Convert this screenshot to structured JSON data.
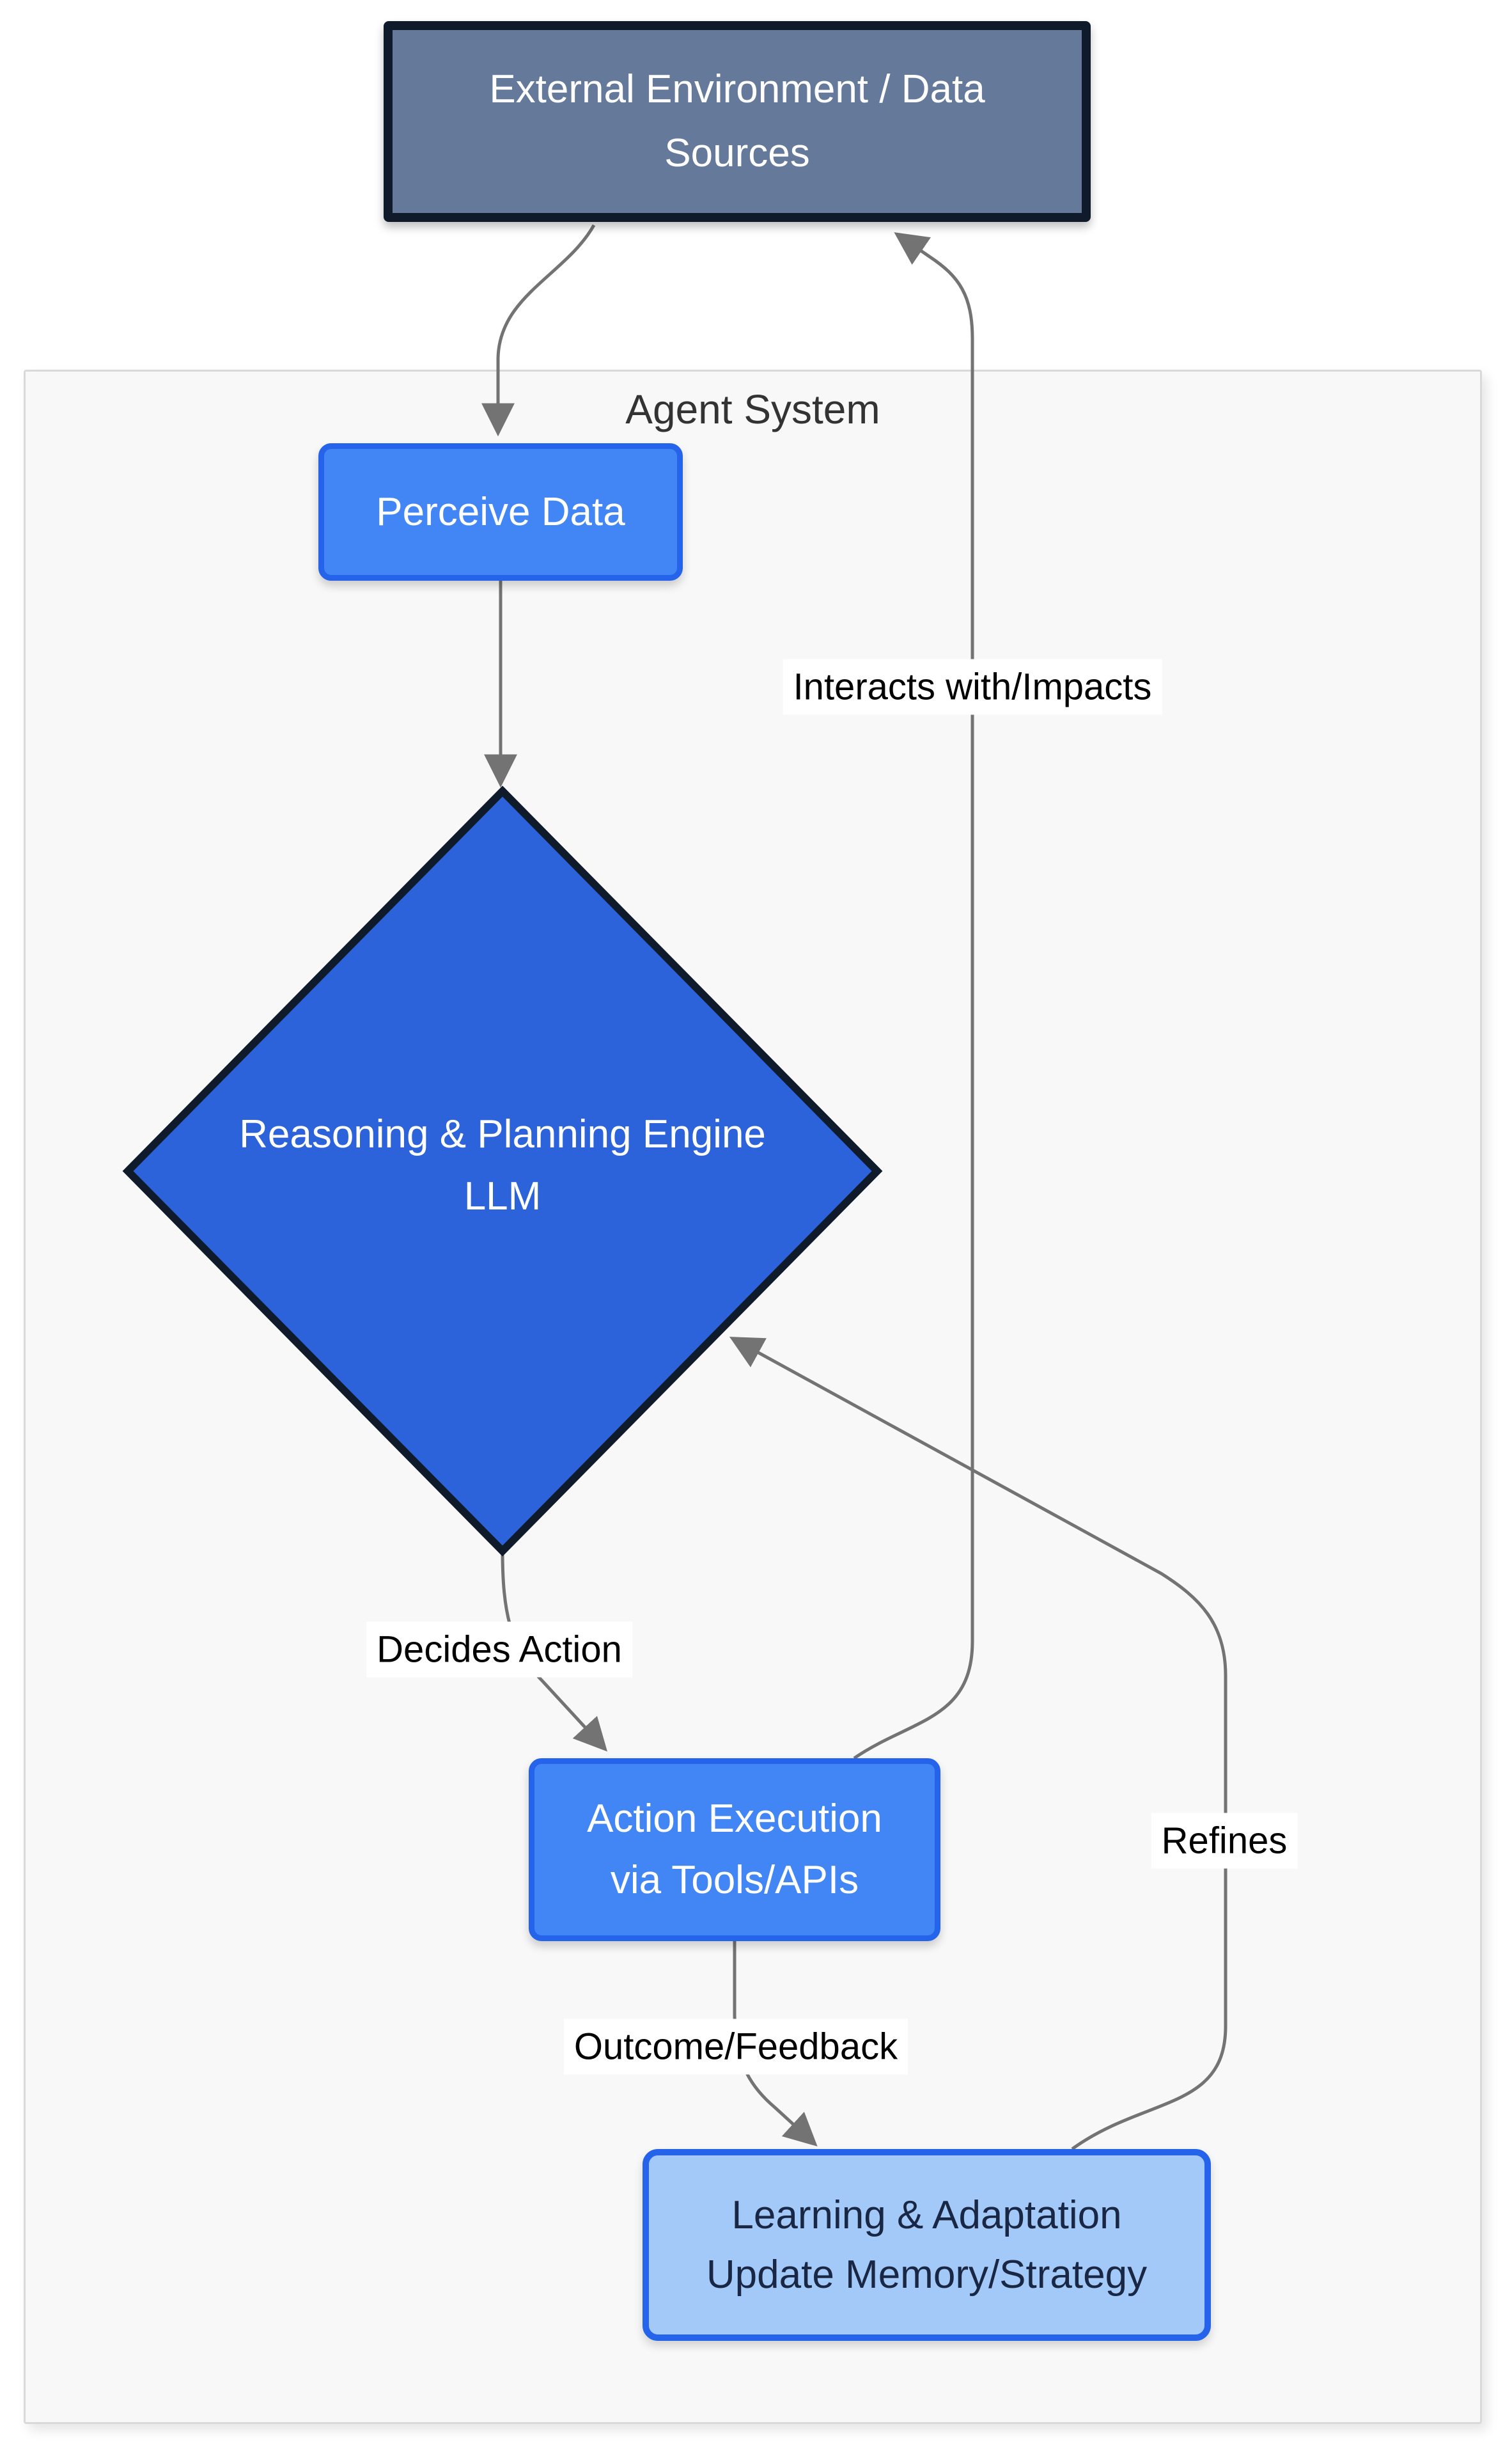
{
  "diagram": {
    "container_label": "Agent System",
    "nodes": {
      "external": {
        "line1": "External Environment / Data",
        "line2": "Sources"
      },
      "perceive": {
        "label": "Perceive Data"
      },
      "engine": {
        "line1": "Reasoning & Planning Engine",
        "line2": "LLM"
      },
      "action": {
        "line1": "Action Execution",
        "line2": "via Tools/APIs"
      },
      "learning": {
        "line1": "Learning & Adaptation",
        "line2": "Update Memory/Strategy"
      }
    },
    "edges": {
      "interacts_label": "Interacts with/Impacts",
      "decides_label": "Decides Action",
      "outcome_label": "Outcome/Feedback",
      "refines_label": "Refines"
    },
    "colors": {
      "node_fill": "#4285f4",
      "node_border": "#2563eb",
      "diamond_fill": "#2c63da",
      "dark_border": "#0f1b2b",
      "external_fill": "#65799b",
      "learning_fill": "#a2c9f7",
      "learning_text": "#1a2744",
      "arrow": "#737373",
      "container_fill": "#f8f8f8",
      "container_border": "#d9d9d9",
      "label_text": "#000000",
      "container_label_text": "#333333"
    }
  }
}
